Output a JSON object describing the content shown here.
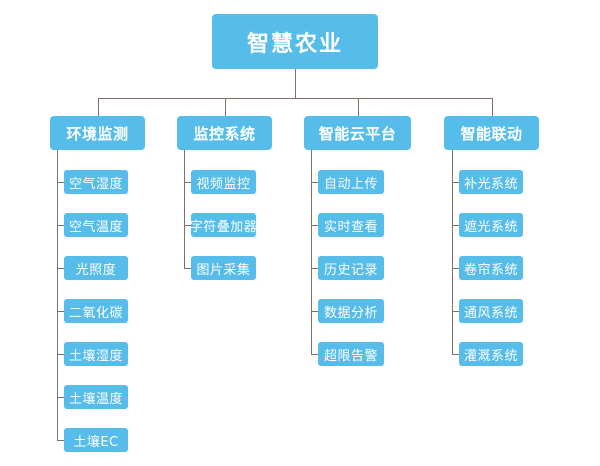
{
  "root": {
    "label": "智慧农业"
  },
  "categories": [
    {
      "label": "环境监测",
      "items": [
        "空气湿度",
        "空气温度",
        "光照度",
        "二氧化碳",
        "土壤湿度",
        "土壤温度",
        "土壤EC"
      ]
    },
    {
      "label": "监控系统",
      "items": [
        "视频监控",
        "字符叠加器",
        "图片采集"
      ]
    },
    {
      "label": "智能云平台",
      "items": [
        "自动上传",
        "实时查看",
        "历史记录",
        "数据分析",
        "超限告警"
      ]
    },
    {
      "label": "智能联动",
      "items": [
        "补光系统",
        "遮光系统",
        "卷帘系统",
        "通风系统",
        "灌溉系统"
      ]
    }
  ],
  "colors": {
    "box": "#56bdea",
    "text": "#ffffff",
    "connector": "#7f6f68"
  }
}
